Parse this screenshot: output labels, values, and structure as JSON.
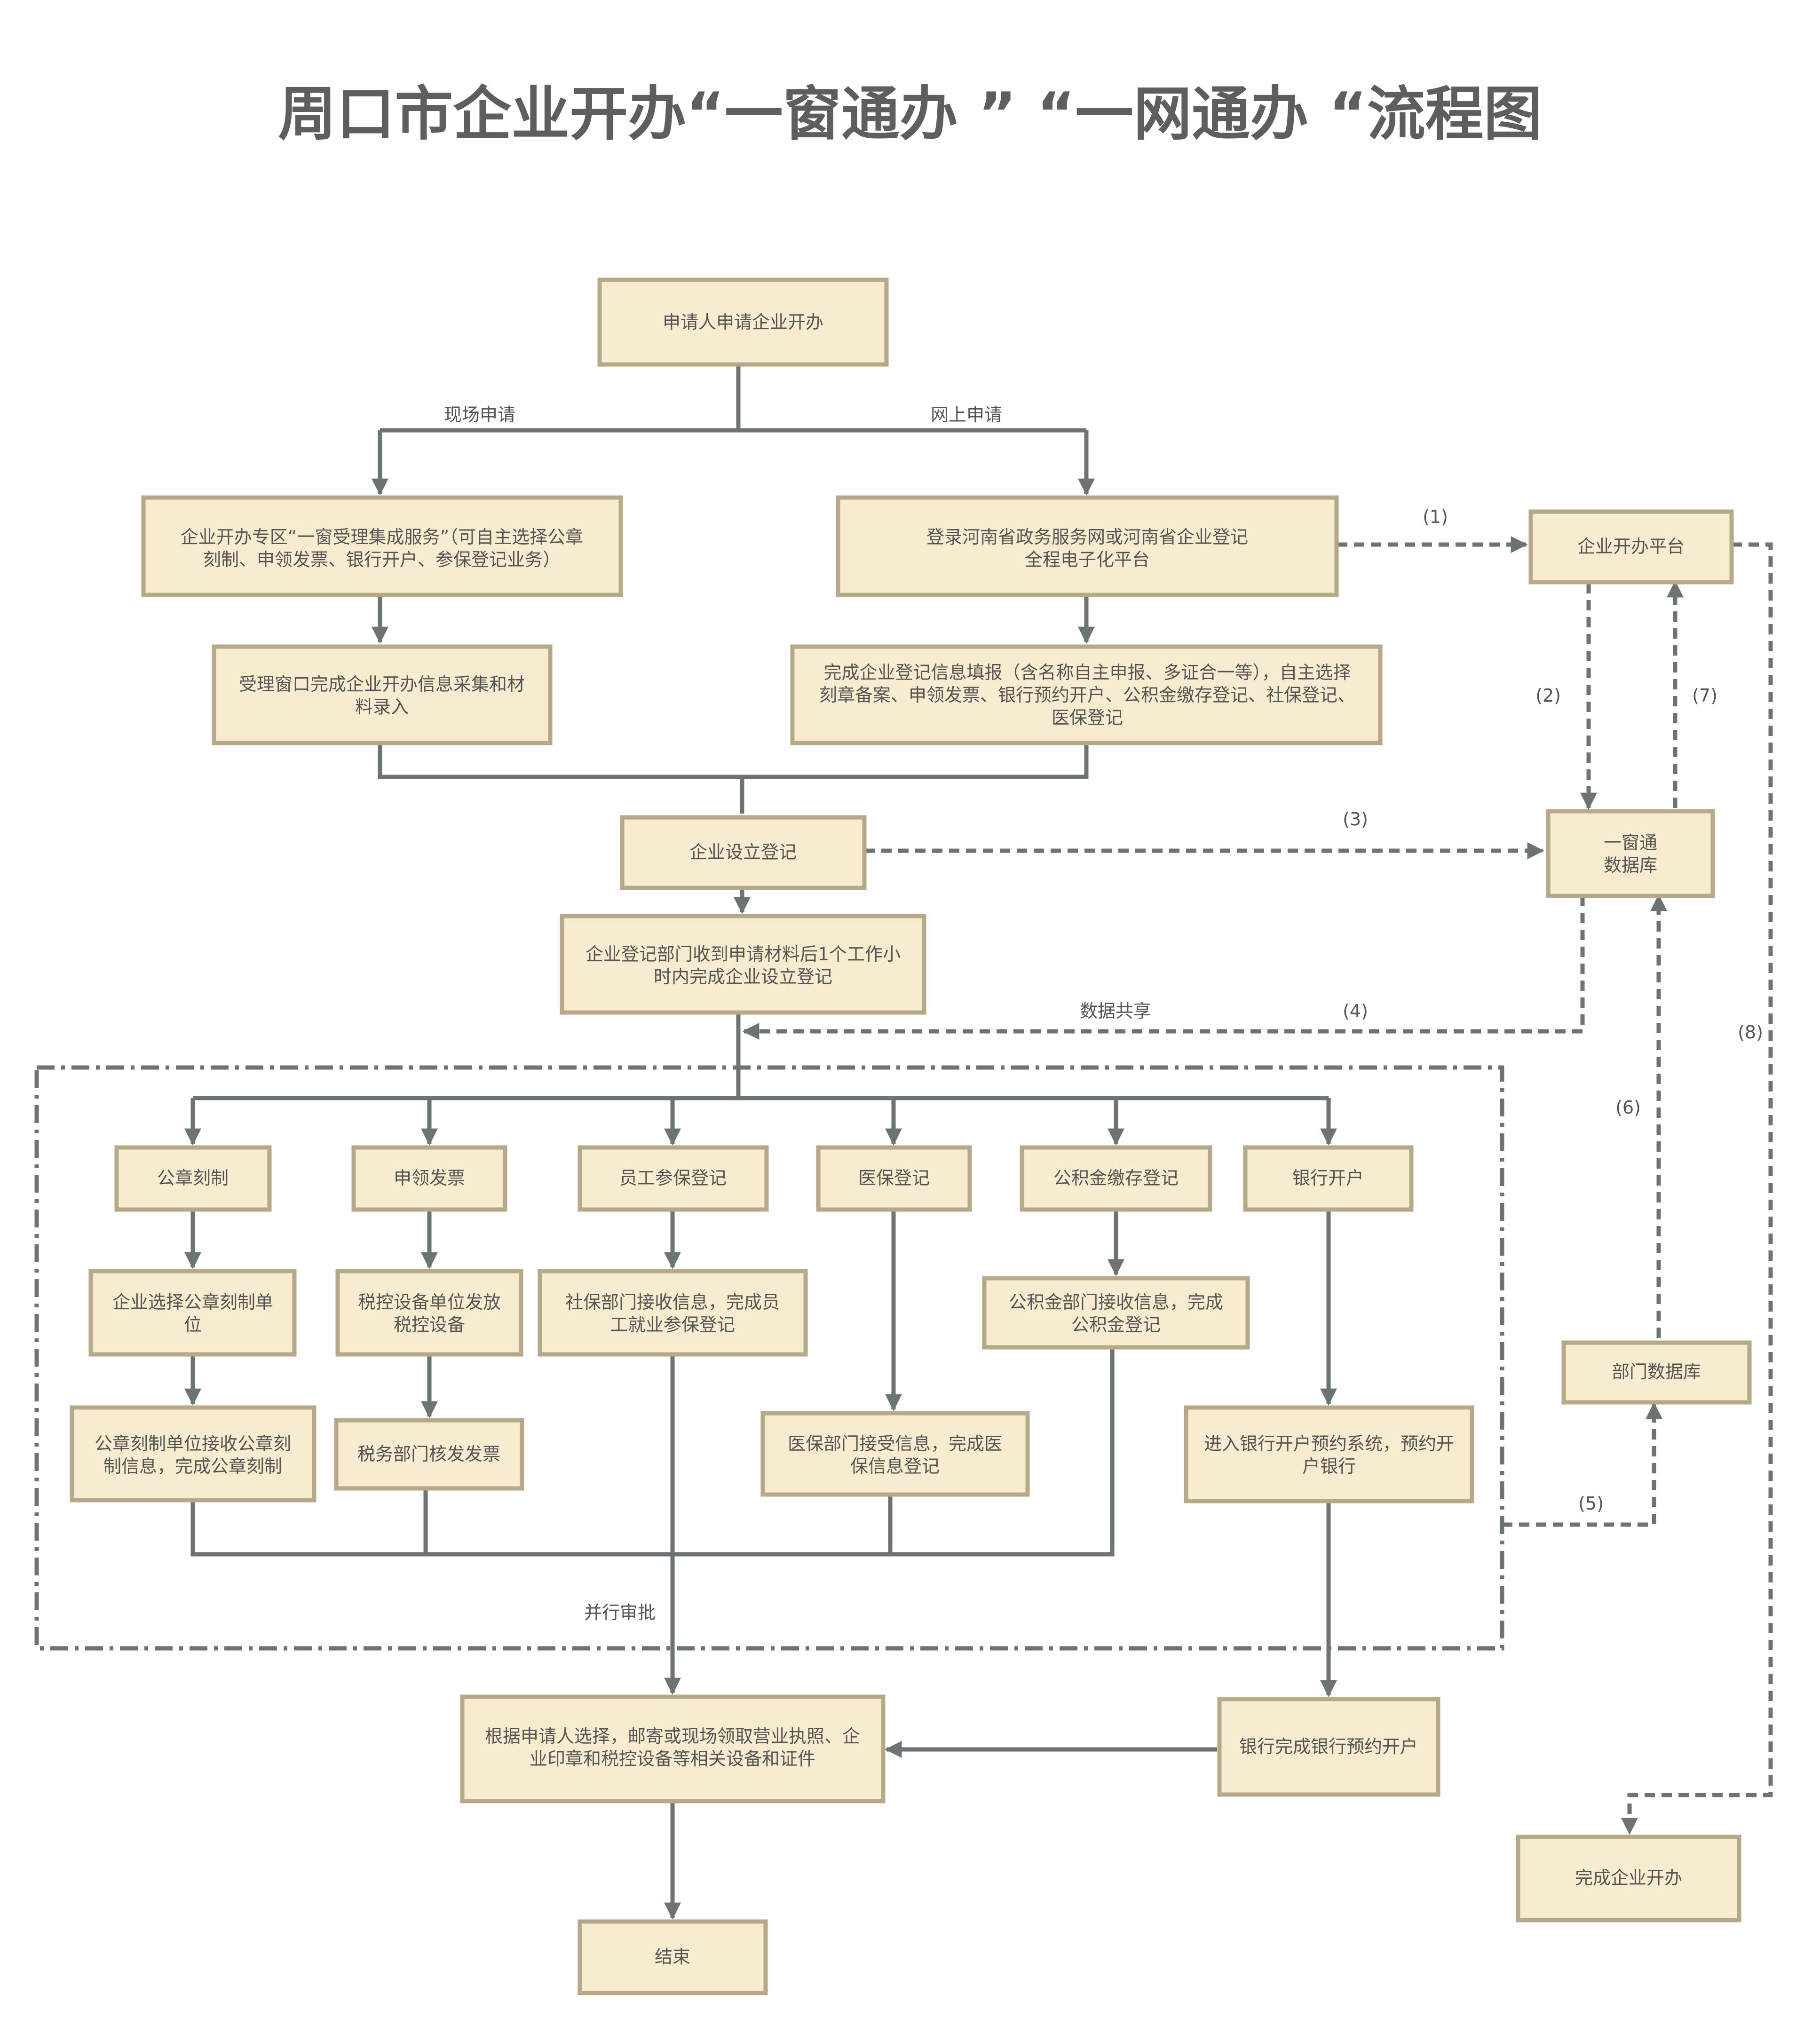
{
  "title": "周口市企业开办“一窗通办 ” “一网通办 “流程图",
  "nodes": {
    "apply": [
      "申请人申请企业开办"
    ],
    "window_zone": [
      "企业开办专区“一窗受理集成服务”（可自主选择公章",
      "刻制、申领发票、银行开户、参保登记业务）"
    ],
    "window_collect": [
      "受理窗口完成企业开办信息采集和材",
      "料录入"
    ],
    "online_login": [
      "登录河南省政务服务网或河南省企业登记",
      "全程电子化平台"
    ],
    "online_fill": [
      "完成企业登记信息填报（含名称自主申报、多证合一等），自主选择",
      "刻章备案、申领发票、银行预约开户、公积金缴存登记、社保登记、",
      "医保登记"
    ],
    "establish": [
      "企业设立登记"
    ],
    "registry": [
      "企业登记部门收到申请材料后1个工作小",
      "时内完成企业设立登记"
    ],
    "platform": [
      "企业开办平台"
    ],
    "window_db": [
      "一窗通",
      "数据库"
    ],
    "dept_db": [
      "部门数据库"
    ],
    "seal": [
      "公章刻制"
    ],
    "invoice": [
      "申领发票"
    ],
    "social": [
      "员工参保登记"
    ],
    "medical": [
      "医保登记"
    ],
    "fund": [
      "公积金缴存登记"
    ],
    "bank": [
      "银行开户"
    ],
    "seal_select": [
      "企业选择公章刻制单",
      "位"
    ],
    "seal_done": [
      "公章刻制单位接收公章刻",
      "制信息，完成公章刻制"
    ],
    "tax_device": [
      "税控设备单位发放",
      "税控设备"
    ],
    "tax_issue": [
      "税务部门核发发票"
    ],
    "social_done": [
      "社保部门接收信息，完成员",
      "工就业参保登记"
    ],
    "medical_done": [
      "医保部门接受信息，完成医",
      "保信息登记"
    ],
    "fund_done": [
      "公积金部门接收信息，完成",
      "公积金登记"
    ],
    "bank_system": [
      "进入银行开户预约系统，预约开",
      "户银行"
    ],
    "bank_done": [
      "银行完成银行预约开户"
    ],
    "collect": [
      "根据申请人选择，邮寄或现场领取营业执照、企",
      "业印章和税控设备等相关设备和证件"
    ],
    "end": [
      "结束"
    ],
    "complete": [
      "完成企业开办"
    ]
  },
  "labels": {
    "onsite": "现场申请",
    "online": "网上申请",
    "data_share": "数据共享",
    "parallel": "并行审批",
    "e1": "(1)",
    "e2": "(2)",
    "e3": "(3)",
    "e4": "(4)",
    "e5": "(5)",
    "e6": "(6)",
    "e7": "(7)",
    "e8": "(8)"
  }
}
